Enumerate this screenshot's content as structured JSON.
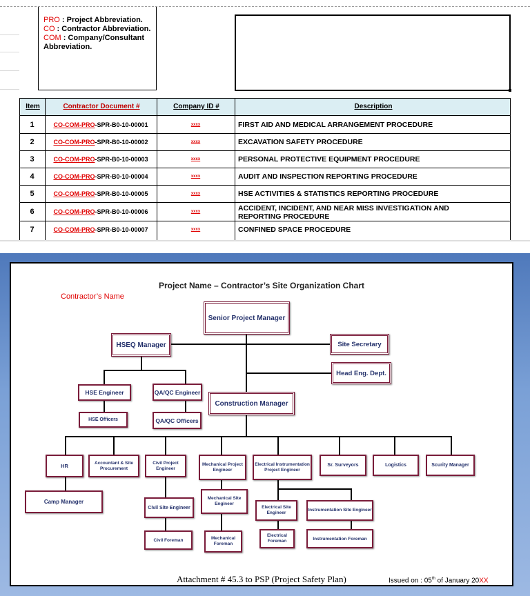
{
  "legend": {
    "pro_code": "PRO",
    "pro_text": "  : Project Abbreviation.",
    "co_code": "CO",
    "co_text": "    : Contractor Abbreviation.",
    "com_code": "COM",
    "com_text": "  : Company/Consultant Abbreviation."
  },
  "table": {
    "headers": {
      "item": "Item",
      "contractor_doc": "Contractor Document #",
      "company_id": "Company ID #",
      "description": "Description"
    },
    "rows": [
      {
        "item": "1",
        "doc_prefix": "CO-COM-PRO",
        "doc_suffix": "-SPR-B0-10-00001",
        "company_id": "xxxx",
        "description": "FIRST AID AND MEDICAL ARRANGEMENT PROCEDURE"
      },
      {
        "item": "2",
        "doc_prefix": "CO-COM-PRO",
        "doc_suffix": "-SPR-B0-10-00002",
        "company_id": "xxxx",
        "description": "EXCAVATION SAFETY PROCEDURE"
      },
      {
        "item": "3",
        "doc_prefix": "CO-COM-PRO",
        "doc_suffix": "-SPR-B0-10-00003",
        "company_id": "xxxx",
        "description": "PERSONAL PROTECTIVE EQUIPMENT PROCEDURE"
      },
      {
        "item": "4",
        "doc_prefix": "CO-COM-PRO",
        "doc_suffix": "-SPR-B0-10-00004",
        "company_id": "xxxx",
        "description": "AUDIT AND INSPECTION REPORTING PROCEDURE"
      },
      {
        "item": "5",
        "doc_prefix": "CO-COM-PRO",
        "doc_suffix": "-SPR-B0-10-00005",
        "company_id": "xxxx",
        "description": "HSE ACTIVITIES & STATISTICS REPORTING PROCEDURE"
      },
      {
        "item": "6",
        "doc_prefix": "CO-COM-PRO",
        "doc_suffix": "-SPR-B0-10-00006",
        "company_id": "xxxx",
        "description": "ACCIDENT, INCIDENT, AND NEAR MISS INVESTIGATION AND REPORTING PROCEDURE"
      },
      {
        "item": "7",
        "doc_prefix": "CO-COM-PRO",
        "doc_suffix": "-SPR-B0-10-00007",
        "company_id": "xxxx",
        "description": "CONFINED SPACE PROCEDURE"
      }
    ]
  },
  "org": {
    "title": "Project Name – Contractor’s Site Organization Chart",
    "contractor_name": "Contractor’s Name",
    "senior_pm": "Senior Project Manager",
    "hseq_manager": "HSEQ Manager",
    "site_secretary": "Site Secretary",
    "head_eng": "Head Eng. Dept.",
    "hse_engineer": "HSE Engineer",
    "qaqc_engineer": "QA/QC Engineer",
    "construction_manager": "Construction Manager",
    "hse_officers": "HSE Officers",
    "qaqc_officers": "QA/QC Officers",
    "hr": "HR",
    "accountant": "Accountant & Site Procurement",
    "civil_pe": "Civil Project Engineer",
    "mech_pe": "Mechanical Project Engineer",
    "elec_inst_pe": "Electrical Instrumentation Project Engineer",
    "sr_surveyors": "Sr. Surveyors",
    "logistics": "Logistics",
    "security_manager": "Scurity Manager",
    "camp_manager": "Camp Manager",
    "civil_site_eng": "Civil Site Engineer",
    "mech_site_eng": "Mechanical Site Engineer",
    "elec_site_eng": "Electrical Site Engineer",
    "inst_site_eng": "Instrumentation Site Engineer",
    "civil_foreman": "Civil Foreman",
    "mech_foreman": "Mechanical Foreman",
    "elec_foreman": "Electrical Foreman",
    "inst_foreman": "Instrumentation Foreman"
  },
  "footer": {
    "attachment": "Attachment # 45.3 to PSP (Project Safety Plan)",
    "issued_prefix": "Issued on : 05",
    "issued_sup": "th",
    "issued_mid": " of January 20",
    "issued_xx": "XX"
  }
}
